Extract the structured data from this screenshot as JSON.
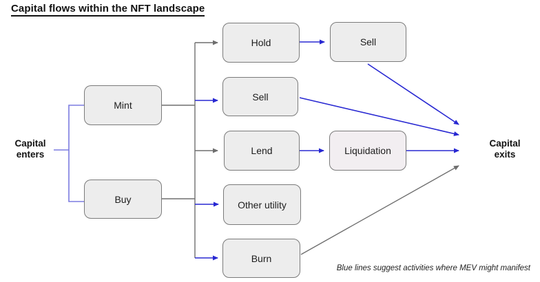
{
  "title": "Capital flows within the NFT landscape",
  "endpoints": {
    "enters": "Capital enters",
    "exits": "Capital exits"
  },
  "nodes": {
    "mint": "Mint",
    "buy": "Buy",
    "hold": "Hold",
    "sell_after_hold": "Sell",
    "sell": "Sell",
    "lend": "Lend",
    "liquidation": "Liquidation",
    "other_utility": "Other utility",
    "burn": "Burn"
  },
  "note": "Blue lines suggest activities where MEV might manifest",
  "colors": {
    "flow_blue": "#2828d2",
    "connector_purple": "#7b7be0",
    "line_gray": "#6e6e6e",
    "box_fill": "#ededed",
    "liquidation_fill": "#f2eef1",
    "box_border": "#7a7a7a",
    "text": "#111111"
  },
  "edges": [
    {
      "from": "capital_enters",
      "to": "mint",
      "color": "purple"
    },
    {
      "from": "capital_enters",
      "to": "buy",
      "color": "purple"
    },
    {
      "from": "mint",
      "to": "junction",
      "color": "gray"
    },
    {
      "from": "buy",
      "to": "junction",
      "color": "gray"
    },
    {
      "from": "junction",
      "to": "hold",
      "color": "gray"
    },
    {
      "from": "junction",
      "to": "sell",
      "color": "blue"
    },
    {
      "from": "junction",
      "to": "lend",
      "color": "gray"
    },
    {
      "from": "junction",
      "to": "other_utility",
      "color": "blue"
    },
    {
      "from": "junction",
      "to": "burn",
      "color": "blue"
    },
    {
      "from": "hold",
      "to": "sell_after_hold",
      "color": "blue"
    },
    {
      "from": "sell_after_hold",
      "to": "capital_exits",
      "color": "blue"
    },
    {
      "from": "sell",
      "to": "capital_exits",
      "color": "blue"
    },
    {
      "from": "lend",
      "to": "liquidation",
      "color": "blue"
    },
    {
      "from": "liquidation",
      "to": "capital_exits",
      "color": "blue"
    },
    {
      "from": "burn",
      "to": "capital_exits",
      "color": "gray"
    }
  ]
}
